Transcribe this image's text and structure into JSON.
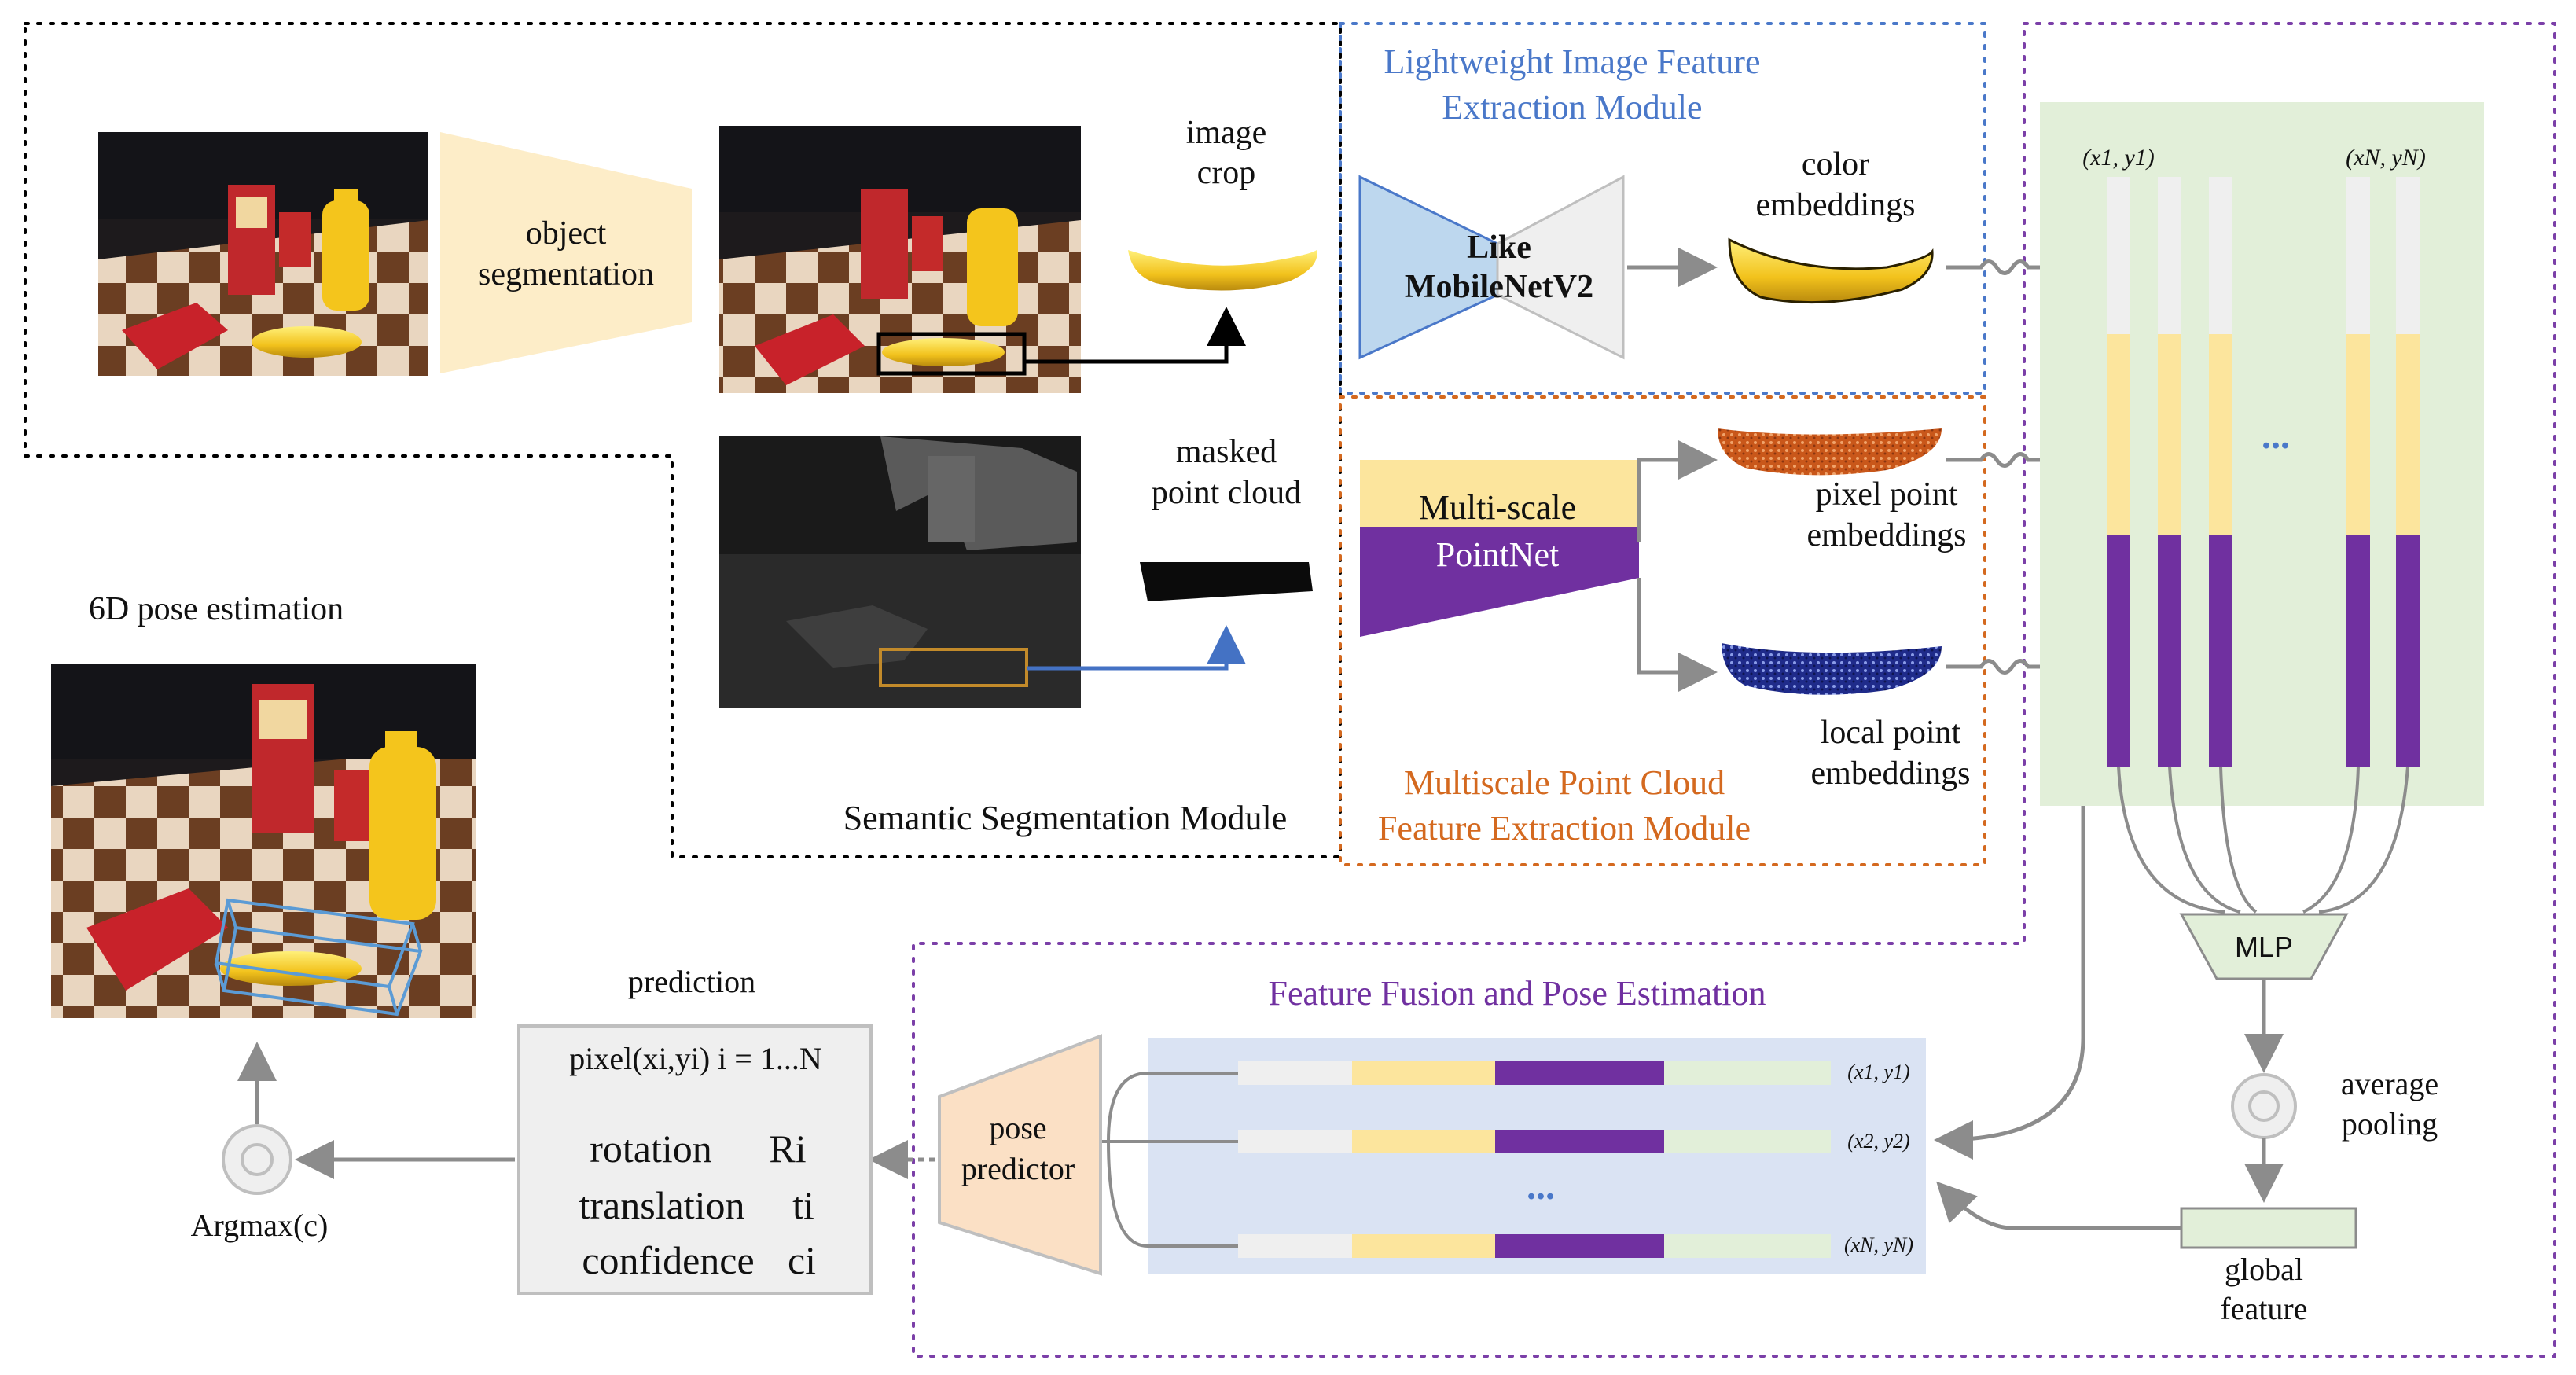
{
  "modules": {
    "semantic": "Semantic Segmentation Module",
    "image_feature_l1": "Lightweight Image Feature",
    "image_feature_l2": "Extraction Module",
    "point_feature_l1": "Multiscale Point Cloud",
    "point_feature_l2": "Feature Extraction Module",
    "fusion": "Feature Fusion and Pose Estimation"
  },
  "labels": {
    "object_seg_l1": "object",
    "object_seg_l2": "segmentation",
    "image_crop_l1": "image",
    "image_crop_l2": "crop",
    "masked_l1": "masked",
    "masked_l2": "point cloud",
    "net_l1": "Like",
    "net_l2": "MobileNetV2",
    "color_l1": "color",
    "color_l2": "embeddings",
    "pointnet_l1": "Multi-scale",
    "pointnet_l2": "PointNet",
    "pixel_l1": "pixel point",
    "pixel_l2": "embeddings",
    "local_l1": "local point",
    "local_l2": "embeddings",
    "pose6d": "6D pose estimation",
    "prediction": "prediction",
    "pixel_expr": "pixel(xi,yi) i = 1...N",
    "rotation": "rotation",
    "rotation_sym": "Ri",
    "translation": "translation",
    "translation_sym": "ti",
    "confidence": "confidence",
    "confidence_sym": "ci",
    "argmax": "Argmax(c)",
    "pose_predictor_l1": "pose",
    "pose_predictor_l2": "predictor",
    "mlp": "MLP",
    "avg_l1": "average",
    "avg_l2": "pooling",
    "global_l1": "global",
    "global_l2": "feature",
    "coord_first": "(x1, y1)",
    "coord_last": "(xN, yN)",
    "row1_coord": "(x1, y1)",
    "row2_coord": "(x2, y2)",
    "rowN_coord": "(xN, yN)",
    "ellipsis": "...",
    "ellipsis_fusion": "..."
  },
  "colors": {
    "image_feature_border": "#4a78c9",
    "point_feature_border": "#d4691f",
    "fusion_border": "#7b3fa8",
    "yellow": "#fce59d",
    "purple": "#7030a0",
    "light_gray": "#efefef",
    "light_green": "#e2efd9",
    "blue_net": "#bdd7ee",
    "orange_pred": "#fbe0c5",
    "fusion_bg": "#dae3f3"
  }
}
